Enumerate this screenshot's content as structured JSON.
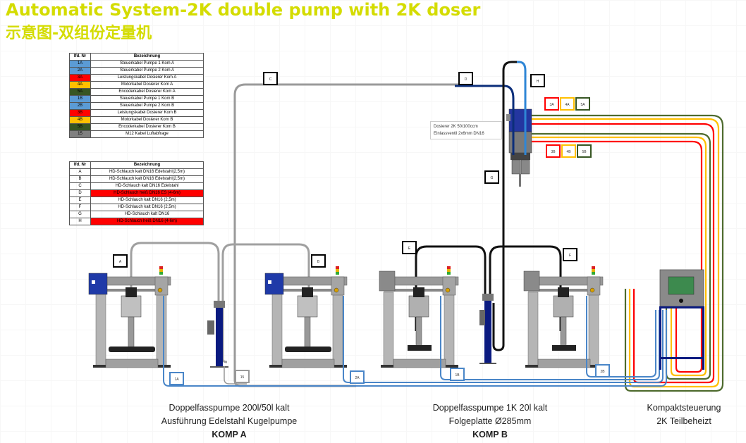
{
  "title": {
    "line1": "Automatic System-2K double pump with 2K doser",
    "line2": "示意图-双组份定量机"
  },
  "cable_table": {
    "headers": [
      "lfd. Nr",
      "Bezeichnung"
    ],
    "rows": [
      {
        "nr": "1A",
        "desc": "Steuerkabel Pumpe 1 Kom A",
        "color": "#5b9bd5"
      },
      {
        "nr": "2A",
        "desc": "Steuerkabel Pumpe 2 Kom A",
        "color": "#5b9bd5"
      },
      {
        "nr": "3A",
        "desc": "Leistungskabel Dosierer Kom A",
        "color": "#ff0000"
      },
      {
        "nr": "4A",
        "desc": "Motorkabel Dosierer Kom A",
        "color": "#ffc000"
      },
      {
        "nr": "5A",
        "desc": "Encoderkabel Dosierer Kom A",
        "color": "#375623"
      },
      {
        "nr": "1B",
        "desc": "Steuerkabel Pumpe 1 Kom B",
        "color": "#5b9bd5"
      },
      {
        "nr": "2B",
        "desc": "Steuerkabel Pumpe 2 Kom B",
        "color": "#5b9bd5"
      },
      {
        "nr": "3B",
        "desc": "Leistungskabel Dosierer Kom B",
        "color": "#ff0000"
      },
      {
        "nr": "4B",
        "desc": "Motorkabel Dosierer Kom B",
        "color": "#ffc000"
      },
      {
        "nr": "5B",
        "desc": "Encoderkabel Dosierer Kom B",
        "color": "#375623"
      },
      {
        "nr": "15",
        "desc": "M12 Kabel Luftabfrage",
        "color": "#808080"
      }
    ]
  },
  "hose_table": {
    "headers": [
      "lfd. Nr",
      "Bezeichnung"
    ],
    "rows": [
      {
        "nr": "A",
        "desc": "HD-Schlauch kalt DN16 Edelstahl(2,5m)",
        "hot": false
      },
      {
        "nr": "B",
        "desc": "HD-Schlauch kalt DN16 Edelstahl(2,5m)",
        "hot": false
      },
      {
        "nr": "C",
        "desc": "HD-Schlauch kalt DN16 Edelstahl",
        "hot": false
      },
      {
        "nr": "D",
        "desc": "HD-Schlauch heiß DN16 ES (4-6m)",
        "hot": true
      },
      {
        "nr": "E",
        "desc": "HD-Schlauch kalt DN16 (2,5m)",
        "hot": false
      },
      {
        "nr": "F",
        "desc": "HD-Schlauch kalt DN16 (2,5m)",
        "hot": false
      },
      {
        "nr": "G",
        "desc": "HD-Schlauch kalt DN16",
        "hot": false
      },
      {
        "nr": "H",
        "desc": "HD-Schlauch heiß DN16 (4-6m)",
        "hot": true
      }
    ],
    "hot_color": "#ff0000"
  },
  "doser_note": {
    "line1": "Dosierer 2K 50/100ccm",
    "line2": "Einlassventil 2x6mm DN16"
  },
  "hose_labels": {
    "A": "A",
    "B": "B",
    "C": "C",
    "D": "D",
    "E": "E",
    "F": "F",
    "G": "G",
    "H": "H"
  },
  "cable_labels": {
    "1A": "1A",
    "2A": "2A",
    "1B": "1B",
    "2B": "2B",
    "15": "15",
    "3A": "3A",
    "4A": "4A",
    "5A": "5A",
    "3B": "3B",
    "4B": "4B",
    "5B": "5B"
  },
  "captions": {
    "komp_a": {
      "line1": "Doppelfasspumpe  200l/50l kalt",
      "line2": "Ausführung Edelstahl Kugelpumpe",
      "line3": "KOMP A"
    },
    "komp_b": {
      "line1": "Doppelfasspumpe 1K 20l kalt",
      "line2": "Folgeplatte Ø285mm",
      "line3": "KOMP B"
    },
    "control": {
      "line1": "Kompaktsteuerung",
      "line2": "2K Teilbeheizt"
    }
  },
  "colors": {
    "title": "#d4dc00",
    "cable_blue": "#4a86c8",
    "power_red": "#ff0000",
    "motor_yellow": "#ffc000",
    "encoder_green": "#4e6b2e",
    "hose_grey": "#999999",
    "hose_black": "#111111",
    "hose_hot_blue": "#0b2e7a",
    "frame_navy": "#0a1a80"
  }
}
